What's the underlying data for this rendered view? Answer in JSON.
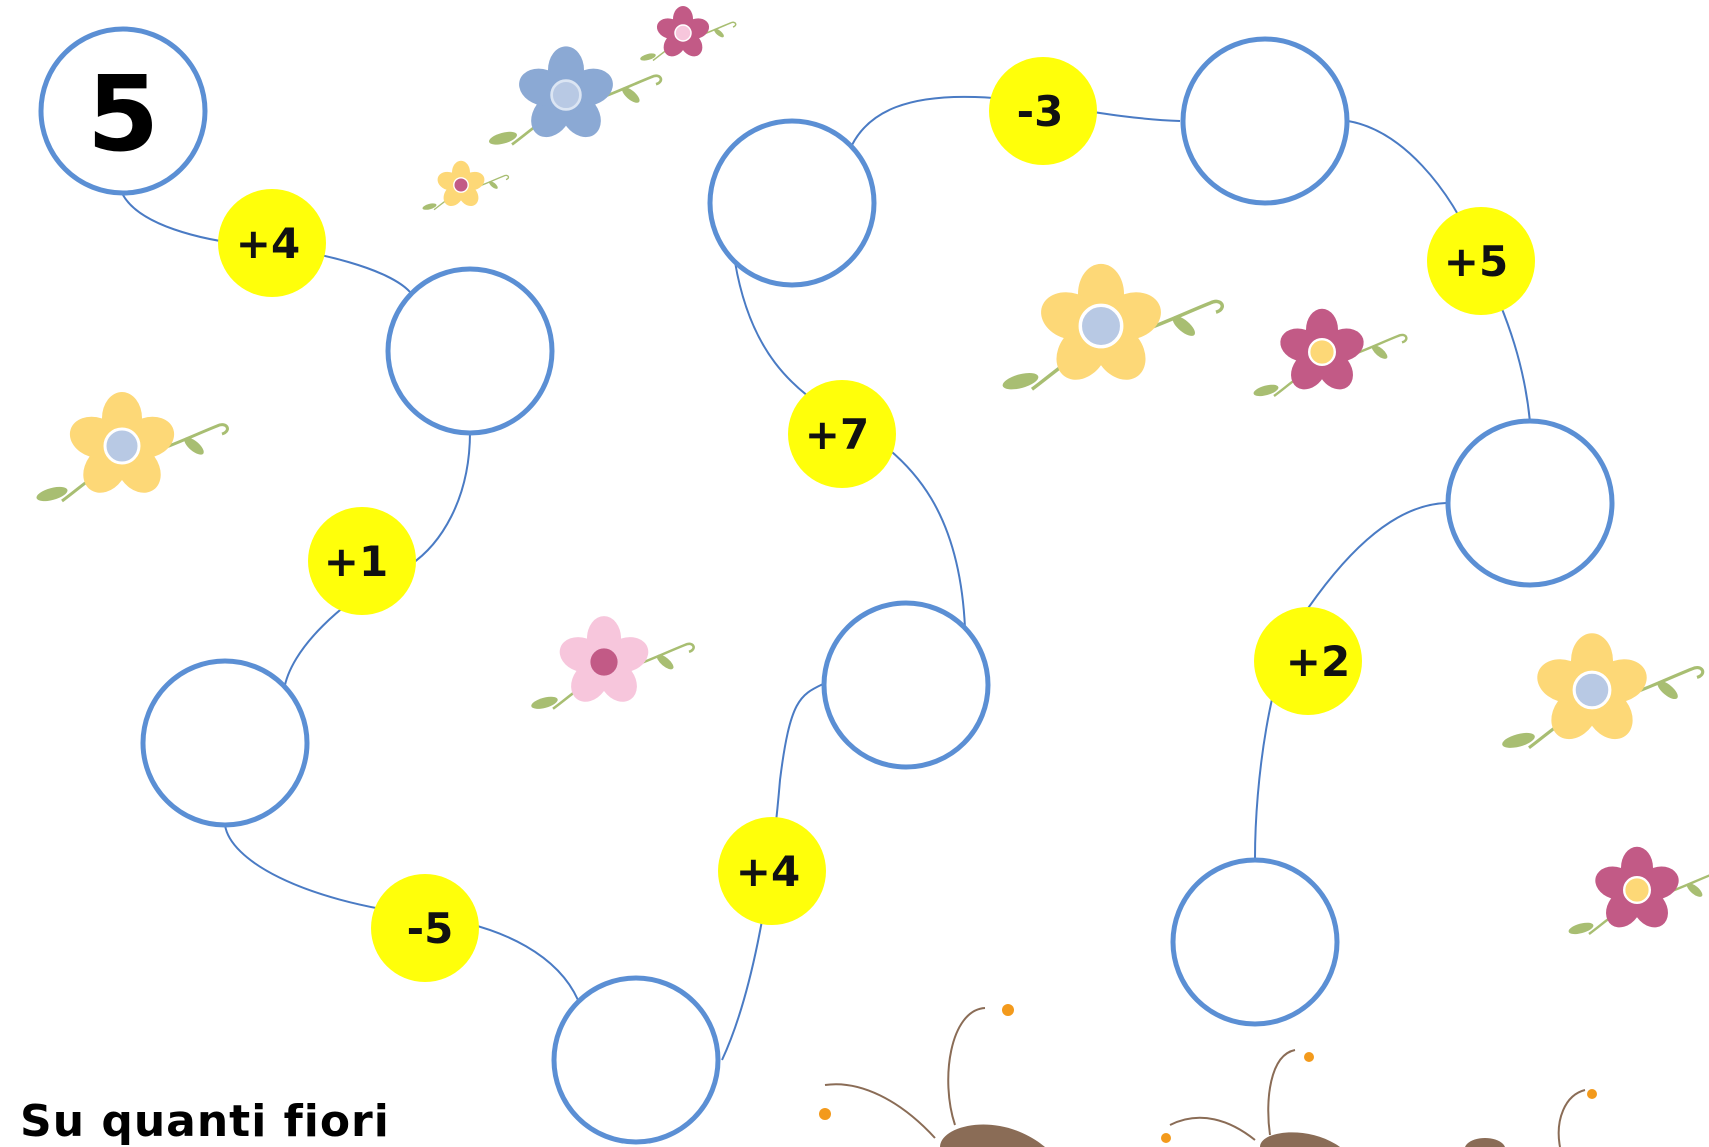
{
  "start_value": "5",
  "operations": [
    "+4",
    "+1",
    "-5",
    "+4",
    "+7",
    "-3",
    "+5",
    "+2"
  ],
  "answer_circles": [
    "",
    "",
    "",
    "",
    "",
    "",
    "",
    ""
  ],
  "caption": "Su quanti fiori",
  "colors": {
    "path": "#4a7bc4",
    "circle_border": "#5b8fd4",
    "operation_bg": "#ffff0a",
    "flower_yellow": "#fdd877",
    "flower_blue": "#8ba9d4",
    "flower_pink": "#f7c6dc",
    "flower_magenta": "#c25a86",
    "leaf": "#a8be72",
    "bug_body": "#8a6c56",
    "antenna_tip": "#f39a1c"
  },
  "decorations": [
    "flower-icon",
    "flower-icon",
    "flower-icon",
    "flower-icon",
    "flower-icon",
    "flower-icon",
    "flower-icon",
    "flower-icon",
    "flower-icon",
    "flower-icon",
    "bug-icon"
  ]
}
